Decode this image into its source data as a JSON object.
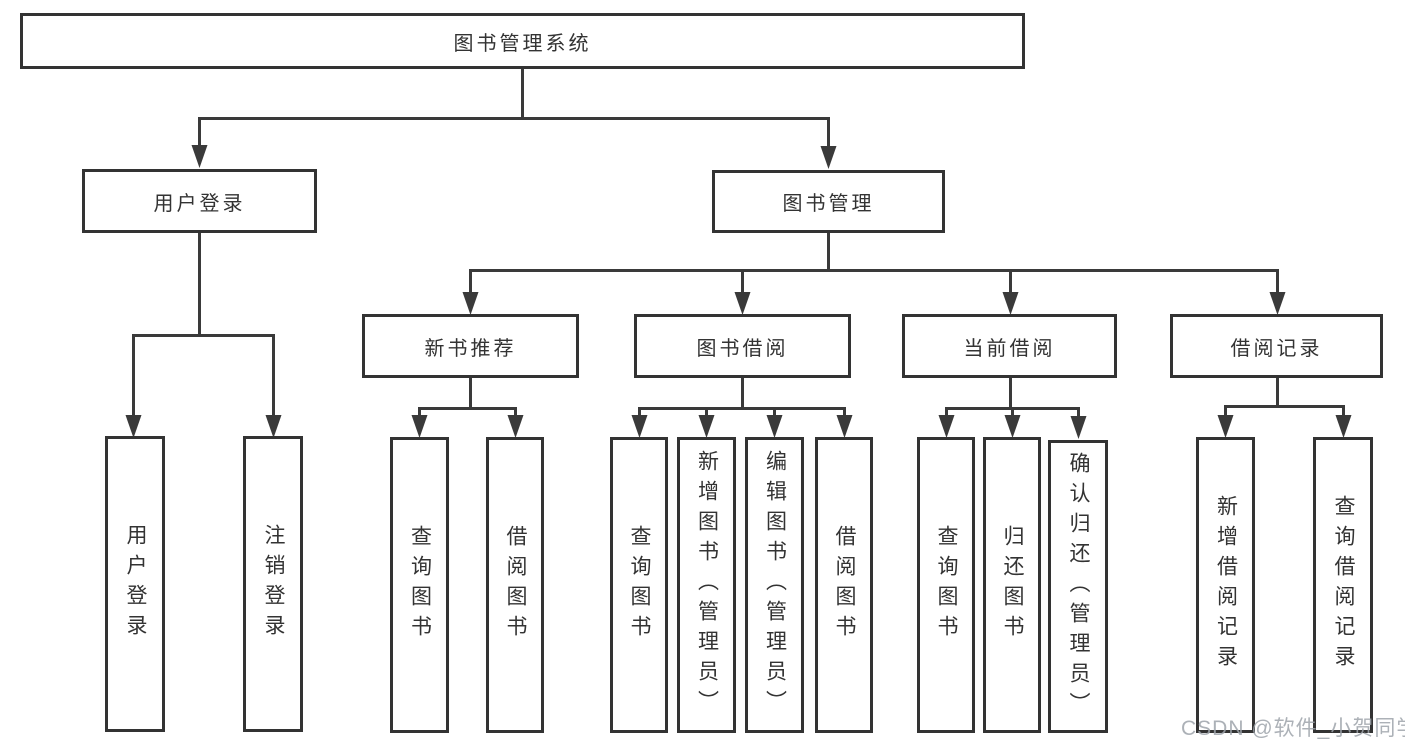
{
  "diagram": {
    "title": "图书管理系统",
    "branches": [
      {
        "label": "用户登录",
        "children": [
          {
            "label": "用户登录"
          },
          {
            "label": "注销登录"
          }
        ]
      },
      {
        "label": "图书管理",
        "children": [
          {
            "label": "新书推荐",
            "children": [
              {
                "label": "查询图书"
              },
              {
                "label": "借阅图书"
              }
            ]
          },
          {
            "label": "图书借阅",
            "children": [
              {
                "label": "查询图书"
              },
              {
                "label": "新增图书（管理员）"
              },
              {
                "label": "编辑图书（管理员）"
              },
              {
                "label": "借阅图书"
              }
            ]
          },
          {
            "label": "当前借阅",
            "children": [
              {
                "label": "查询图书"
              },
              {
                "label": "归还图书"
              },
              {
                "label": "确认归还（管理员）"
              }
            ]
          },
          {
            "label": "借阅记录",
            "children": [
              {
                "label": "新增借阅记录"
              },
              {
                "label": "查询借阅记录"
              }
            ]
          }
        ]
      }
    ]
  },
  "watermark": {
    "text": "CSDN @软件_小贺同学"
  },
  "colors": {
    "line": "#3a3a3a",
    "box_border": "#333333",
    "text": "#333333",
    "background": "#ffffff",
    "watermark": "#9ea3aa"
  }
}
